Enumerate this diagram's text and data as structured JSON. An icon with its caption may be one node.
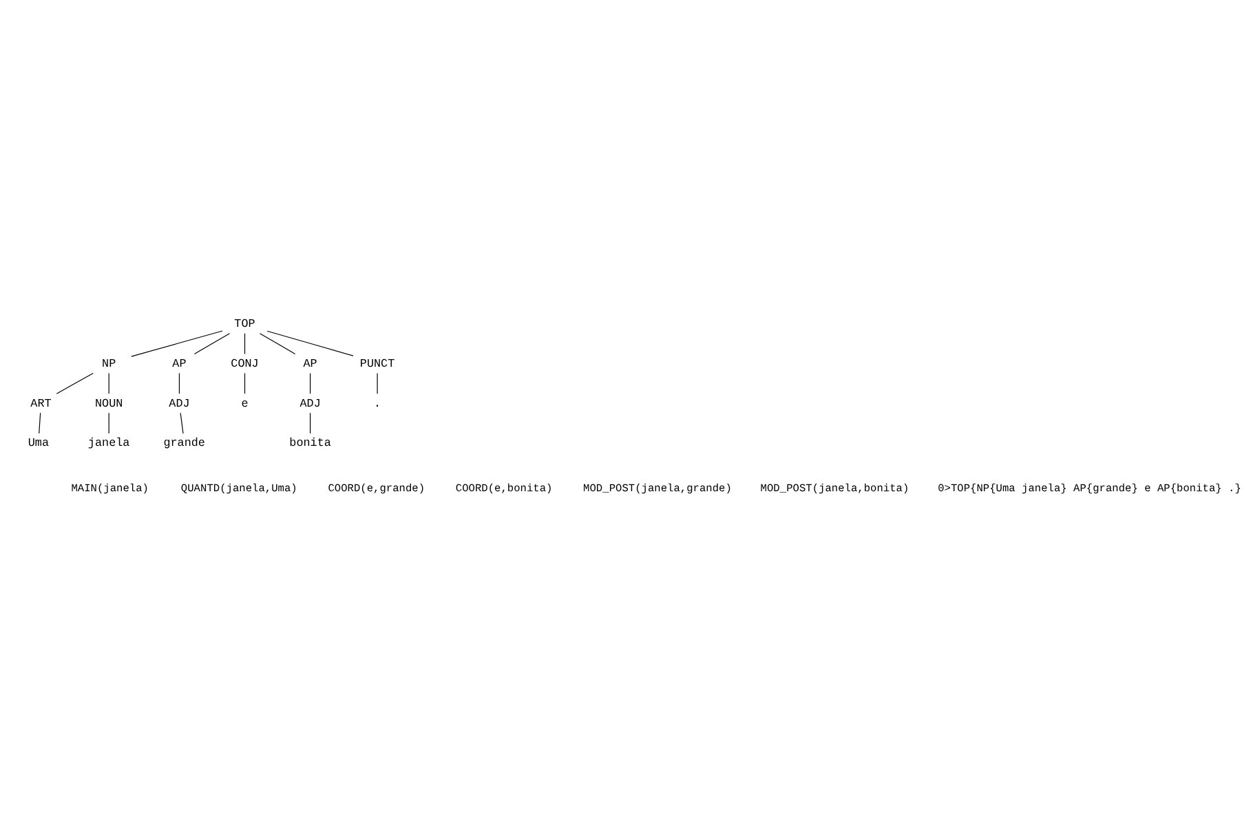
{
  "diagram": {
    "nodes": [
      {
        "text": [
          "TOP"
        ]
      },
      {
        "text": [
          "NP"
        ]
      },
      {
        "text": [
          "AP"
        ]
      },
      {
        "text": [
          "CONJ"
        ]
      },
      {
        "text": [
          "AP"
        ]
      },
      {
        "text": [
          "PUNCT"
        ]
      },
      {
        "text": [
          "ART"
        ]
      },
      {
        "text": [
          "NOUN"
        ]
      },
      {
        "text": [
          "ADJ"
        ]
      },
      {
        "text": [
          "e"
        ]
      },
      {
        "text": [
          "ADJ"
        ]
      },
      {
        "text": [
          "."
        ]
      },
      {
        "text": [
          "Uma"
        ]
      },
      {
        "text": [
          "janela"
        ]
      },
      {
        "text": [
          "grande"
        ]
      },
      {
        "text": [
          "bonita"
        ]
      }
    ],
    "edges": [
      {
        "from": 0,
        "to": 1,
        "arrow": "none"
      },
      {
        "from": 0,
        "to": 2,
        "arrow": "none"
      },
      {
        "from": 0,
        "to": 3,
        "arrow": "none"
      },
      {
        "from": 0,
        "to": 4,
        "arrow": "none"
      },
      {
        "from": 0,
        "to": 5,
        "arrow": "none"
      },
      {
        "from": 1,
        "to": 6,
        "arrow": "none"
      },
      {
        "from": 1,
        "to": 7,
        "arrow": "none"
      },
      {
        "from": 2,
        "to": 8,
        "arrow": "none"
      },
      {
        "from": 3,
        "to": 9,
        "arrow": "none"
      },
      {
        "from": 4,
        "to": 10,
        "arrow": "none"
      },
      {
        "from": 5,
        "to": 11,
        "arrow": "none"
      },
      {
        "from": 6,
        "to": 12,
        "arrow": "none"
      },
      {
        "from": 7,
        "to": 13,
        "arrow": "none"
      },
      {
        "from": 8,
        "to": 14,
        "arrow": "none"
      },
      {
        "from": 10,
        "to": 15,
        "arrow": "none"
      }
    ],
    "labels": [
      "MAIN(janela)",
      "QUANTD(janela,Uma)",
      "COORD(e,grande)",
      "COORD(e,bonita)",
      "MOD_POST(janela,grande)",
      "MOD_POST(janela,bonita)",
      "0>TOP{NP{Uma janela} AP{grande} e AP{bonita} .}"
    ]
  }
}
